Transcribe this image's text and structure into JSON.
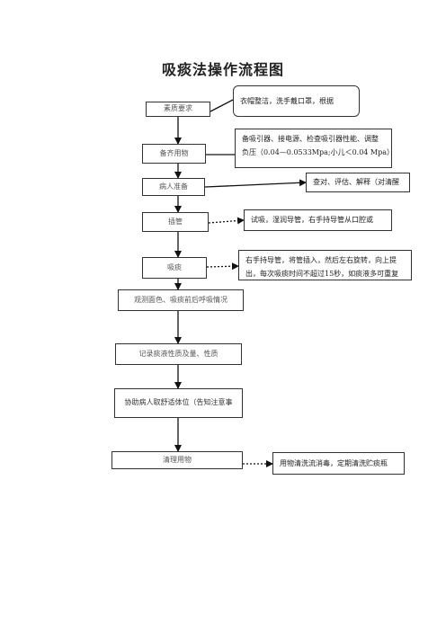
{
  "title": "吸痰法操作流程图",
  "steps": [
    "素质要求",
    "备齐用物",
    "病人准备",
    "插管",
    "吸痰",
    "观测面色、吸痰前后呼吸情况",
    "记录痰液性质及量、性质",
    "协助病人取舒适体位（告知注意事",
    "清理用物"
  ],
  "notes": {
    "attire": "衣帽整洁，洗手戴口罩，根据",
    "equipment_line1": "备吸引器、接电源、检查吸引器性能、调整",
    "equipment_line2": "负压（0.04—0.0533Mpa;小儿＜0.04 Mpa）",
    "patient": "查对、评估、解释（对清醒",
    "insert": "试吸，湿润导管，右手持导管从口腔或",
    "suction_line1": "右手持导管，将管插入，然后左右旋转，向上提",
    "suction_line2": "出，每次吸痰时间不超过15秒，如痰液多可重复",
    "cleanup": "用物清洗流消毒，定期清洗贮痰瓶"
  }
}
